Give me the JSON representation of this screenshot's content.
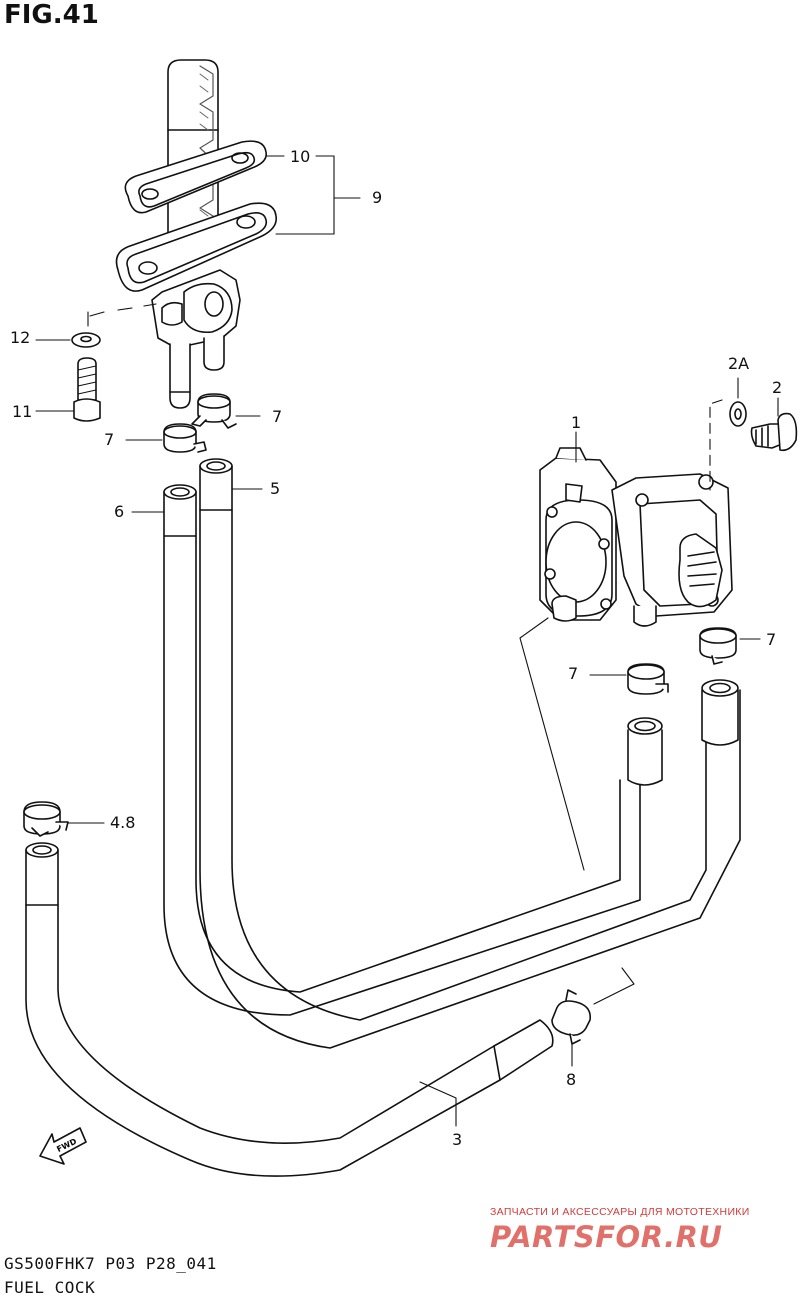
{
  "figure": {
    "title": "FIG.41"
  },
  "callouts": {
    "c10": "10",
    "c9": "9",
    "c12": "12",
    "c11": "11",
    "c7a": "7",
    "c7b": "7",
    "c5": "5",
    "c6": "6",
    "c2A": "2A",
    "c2": "2",
    "c1": "1",
    "c7c": "7",
    "c7d": "7",
    "c48": "4.8",
    "c8": "8",
    "c3": "3"
  },
  "direction_arrow": {
    "label": "FWD"
  },
  "footer": {
    "model_code": "GS500FHK7 P03 P28_041",
    "caption": "FUEL COCK"
  },
  "watermark": {
    "tagline": "ЗАПЧАСТИ И АКСЕССУАРЫ ДЛЯ МОТОТЕХНИКИ",
    "logo_text": "PARTSFOR.RU",
    "color": "#e1706a"
  },
  "colors": {
    "line": "#111111",
    "hose_fill": "#ffffff",
    "shade": "#9a9a9a"
  }
}
